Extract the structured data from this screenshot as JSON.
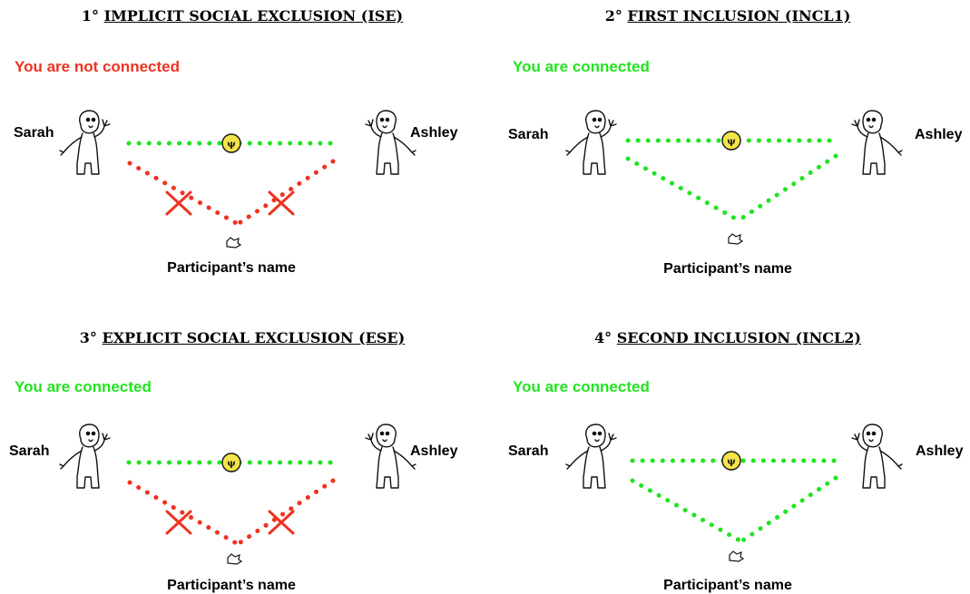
{
  "colors": {
    "green": "#22e322",
    "red": "#ee3322",
    "coin": "#f4e44a"
  },
  "panels": [
    {
      "number": "1°",
      "title": "IMPLICIT SOCIAL EXCLUSION (ISE)",
      "status": "You are not connected",
      "status_color": "red",
      "left_name": "Sarah",
      "right_name": "Ashley",
      "participant_label": "Participant’s name",
      "participant_connected": false
    },
    {
      "number": "2°",
      "title": "FIRST INCLUSION (INCL1)",
      "status": "You are connected",
      "status_color": "green",
      "left_name": "Sarah",
      "right_name": "Ashley",
      "participant_label": "Participant’s name",
      "participant_connected": true
    },
    {
      "number": "3°",
      "title": "EXPLICIT SOCIAL EXCLUSION (ESE)",
      "status": "You are connected",
      "status_color": "green",
      "left_name": "Sarah",
      "right_name": "Ashley",
      "participant_label": "Participant’s name",
      "participant_connected": false
    },
    {
      "number": "4°",
      "title": "SECOND INCLUSION (INCL2)",
      "status": "You are connected",
      "status_color": "green",
      "left_name": "Sarah",
      "right_name": "Ashley",
      "participant_label": "Participant’s name",
      "participant_connected": true
    }
  ]
}
